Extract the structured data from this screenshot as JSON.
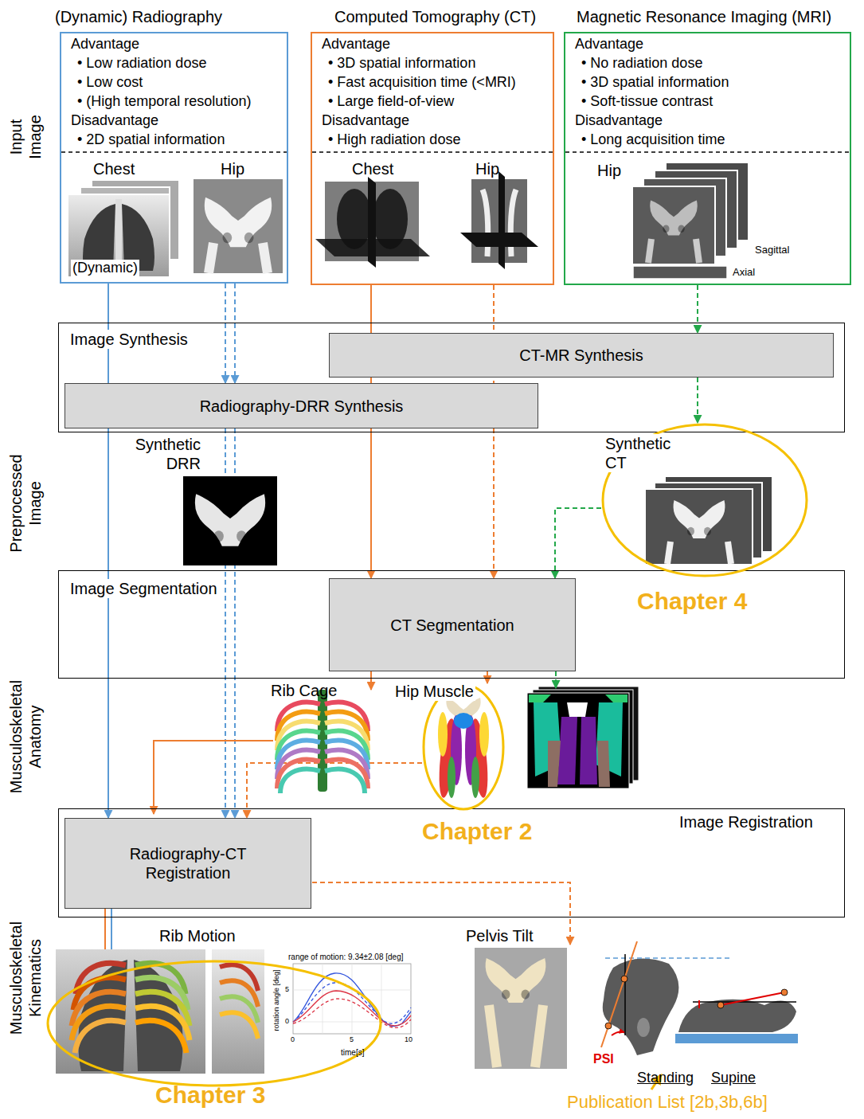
{
  "diagram": {
    "nodes": [
      {
        "text": [
          "(Dynamic) Radiography",
          "Advantage",
          "• Low radiation dose",
          "• Low cost",
          "• (High temporal resolution)",
          "Disadvantage",
          "• 2D spatial information",
          "Chest",
          "Hip",
          "(Dynamic)"
        ]
      },
      {
        "text": [
          "Computed Tomography (CT)",
          "Advantage",
          "• 3D spatial information",
          "• Fast acquisition time (<MRI)",
          "• Large field-of-view",
          "Disadvantage",
          "• High radiation dose",
          "Chest",
          "Hip"
        ]
      },
      {
        "text": [
          "Magnetic Resonance Imaging (MRI)",
          "Advantage",
          "• No radiation dose",
          "• 3D spatial information",
          "• Soft-tissue contrast",
          "Disadvantage",
          "• Long acquisition time",
          "Hip",
          "Sagittal",
          "Axial"
        ]
      },
      {
        "text": [
          "Image Synthesis"
        ]
      },
      {
        "text": [
          "CT-MR Synthesis"
        ],
        "in": 3
      },
      {
        "text": [
          "Radiography-DRR Synthesis"
        ],
        "in": 3
      },
      {
        "text": [
          "Image Segmentation"
        ]
      },
      {
        "text": [
          "CT Segmentation"
        ],
        "in": 6
      },
      {
        "text": [
          "Image Registration"
        ]
      },
      {
        "text": [
          "Radiography-CT Registration"
        ],
        "in": 8
      },
      {
        "text": [
          "Synthetic CT",
          "Chapter 4"
        ]
      },
      {
        "text": [
          "Hip Muscle",
          "Chapter 2"
        ]
      },
      {
        "text": [
          "Chapter 3"
        ]
      }
    ],
    "edges": [
      {
        "from": 0,
        "to": 5,
        "arrow": "to"
      },
      {
        "from": 0,
        "to": 5,
        "arrow": "to"
      },
      {
        "from": 2,
        "to": 4,
        "arrow": "to"
      },
      {
        "from": 0,
        "to": 9,
        "arrow": "to"
      },
      {
        "from": 5,
        "to": 9,
        "arrow": "to"
      },
      {
        "from": 5,
        "to": 9,
        "arrow": "to"
      },
      {
        "from": 1,
        "to": 7,
        "arrow": "to"
      },
      {
        "from": 1,
        "to": 7,
        "arrow": "to"
      },
      {
        "from": 4,
        "to": 10,
        "arrow": "to"
      },
      {
        "from": 10,
        "to": 7,
        "arrow": "to"
      },
      {
        "from": 7,
        "to": 11,
        "arrow": "to"
      },
      {
        "from": 11,
        "to": 9,
        "arrow": "to"
      },
      {
        "from": 9,
        "to": 12,
        "arrow": "to"
      },
      {
        "from": 9,
        "to": 12,
        "arrow": "to"
      }
    ],
    "labels": [
      "Input Image",
      "Preprocessed Image",
      "Musculoskeletal Anatomy",
      "Musculoskeletal Kinematics",
      "Synthetic DRR",
      "Rib Cage",
      "Rib Motion",
      "range of motion: 9.34±2.08 [deg]",
      "rotation angle [deg]",
      "5",
      "0",
      "0",
      "5",
      "10",
      "time[s]",
      "Pelvis Tilt",
      "PSI",
      "Standing",
      "Supine",
      "Publication List [2b,3b,6b]"
    ]
  }
}
